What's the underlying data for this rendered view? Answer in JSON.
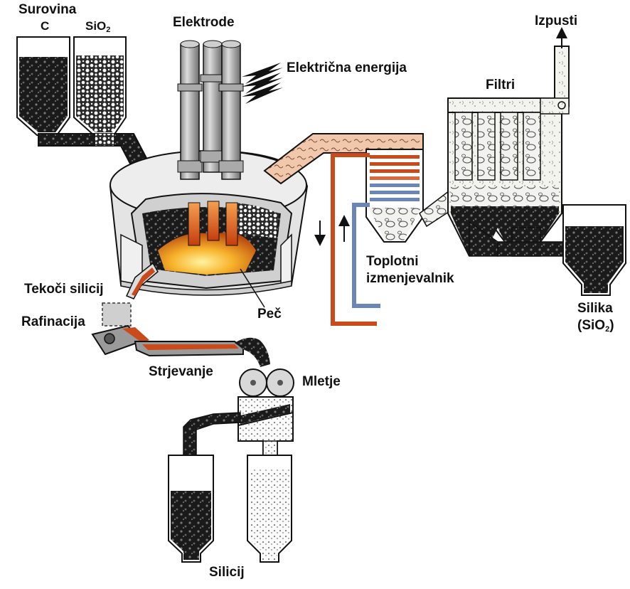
{
  "labels": {
    "raw_material": "Surovina",
    "carbon": "C",
    "silica_in_prefix": "SiO",
    "silica_in_sub": "2",
    "electrodes": "Elektrode",
    "electric_energy": "Električna energija",
    "exhaust": "Izpusti",
    "filters": "Filtri",
    "heat_exchanger_line1": "Toplotni",
    "heat_exchanger_line2": "izmenjevalnik",
    "silica_out_line1": "Silika",
    "silica_out_line2_prefix": "(SiO",
    "silica_out_line2_sub": "2",
    "silica_out_line2_suffix": ")",
    "liquid_silicon": "Tekoči silicij",
    "refining": "Rafinacija",
    "furnace": "Peč",
    "solidification": "Strjevanje",
    "milling": "Mletje",
    "silicon": "Silicij"
  },
  "colors": {
    "outline": "#1a1a1a",
    "furnace_wall": "#e2e2e2",
    "molten": "#f0a020",
    "electrode_glow": "#e05a1a",
    "gas_duct": "#f2c4a8",
    "hot_pipe": "#c94a1a",
    "cold_pipe": "#6a86b8",
    "filter_fill": "#f4f4ee",
    "dark_granules": "#111111"
  }
}
